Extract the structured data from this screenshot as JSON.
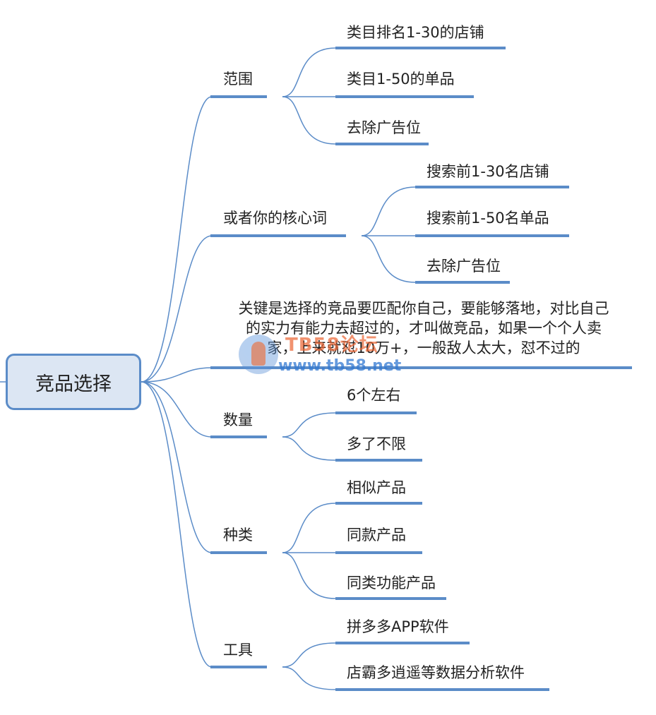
{
  "root": {
    "label": "竞品选择"
  },
  "branches": [
    {
      "label": "范围",
      "children": [
        {
          "label": "类目排名1-30的店铺"
        },
        {
          "label": "类目1-50的单品"
        },
        {
          "label": "去除广告位"
        }
      ]
    },
    {
      "label": "或者你的核心词",
      "children": [
        {
          "label": "搜索前1-30名店铺"
        },
        {
          "label": "搜索前1-50名单品"
        },
        {
          "label": "去除广告位"
        }
      ]
    },
    {
      "label": "",
      "lines": [
        "关键是选择的竞品要匹配你自己，要能够落地，对比自己",
        "的实力有能力去超过的，才叫做竞品，如果一个个人卖",
        "家，上来就怼10万+，一般敌人太大，怼不过的"
      ],
      "children": []
    },
    {
      "label": "数量",
      "children": [
        {
          "label": "6个左右"
        },
        {
          "label": "多了不限"
        }
      ]
    },
    {
      "label": "种类",
      "children": [
        {
          "label": "相似产品"
        },
        {
          "label": "同款产品"
        },
        {
          "label": "同类功能产品"
        }
      ]
    },
    {
      "label": "工具",
      "children": [
        {
          "label": "拼多多APP软件"
        },
        {
          "label": "店霸多逍遥等数据分析软件"
        }
      ]
    }
  ],
  "watermark": {
    "title": "TB58论坛",
    "url": "www.tb58.net"
  },
  "colors": {
    "line": "#5b8cc8",
    "underline": "#5b8cc8",
    "root_fill": "#dce6f3",
    "text": "#222222"
  }
}
